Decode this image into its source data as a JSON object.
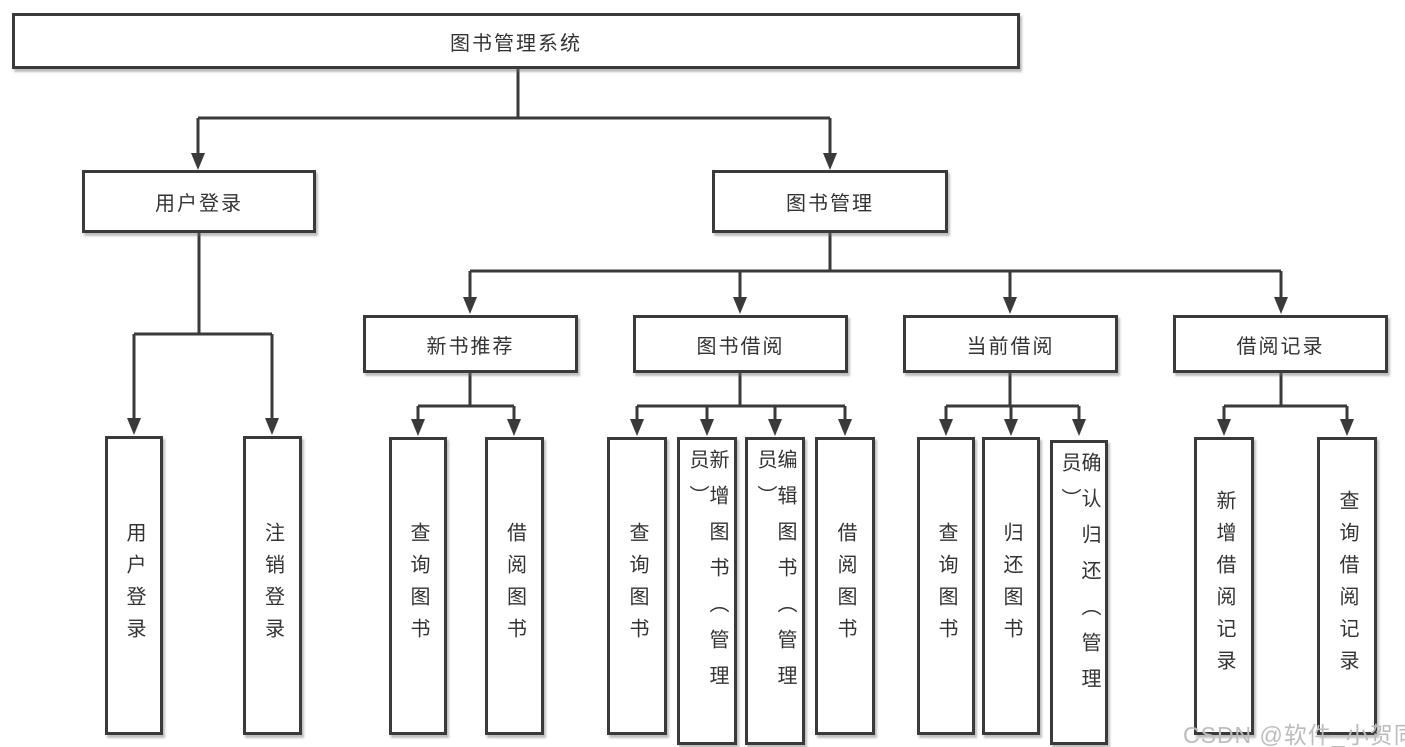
{
  "diagram": {
    "root": {
      "label": "图书管理系统"
    },
    "user_branch": {
      "label": "用户登录",
      "children": [
        {
          "label": "用户登录"
        },
        {
          "label": "注销登录"
        }
      ]
    },
    "manage_branch": {
      "label": "图书管理",
      "children": [
        {
          "label": "新书推荐",
          "children": [
            {
              "label": "查询图书"
            },
            {
              "label": "借阅图书"
            }
          ]
        },
        {
          "label": "图书借阅",
          "children": [
            {
              "label": "查询图书"
            },
            {
              "label": "新增图书（管理员）"
            },
            {
              "label": "编辑图书（管理员）"
            },
            {
              "label": "借阅图书"
            }
          ]
        },
        {
          "label": "当前借阅",
          "children": [
            {
              "label": "查询图书"
            },
            {
              "label": "归还图书"
            },
            {
              "label": "确认归还（管理员）"
            }
          ]
        },
        {
          "label": "借阅记录",
          "children": [
            {
              "label": "新增借阅记录"
            },
            {
              "label": "查询借阅记录"
            }
          ]
        }
      ]
    },
    "watermark": "CSDN @软件_小贺同学",
    "colors": {
      "line": "#3a3a3a",
      "box_border": "#3a3a3a",
      "text": "#333333",
      "background": "#ffffff",
      "watermark": "#bcbcbc"
    }
  }
}
